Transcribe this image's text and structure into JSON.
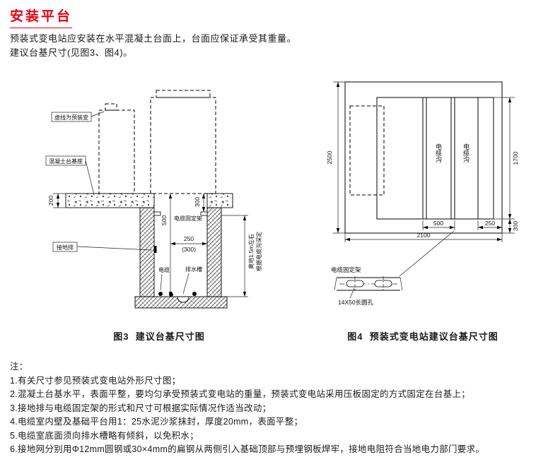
{
  "page": {
    "title": "安装平台",
    "intro": [
      "预装式变电站应安装在水平混凝土台面上，台面应保证承受其重量。",
      "建议台基尺寸(见图3、图4)。"
    ]
  },
  "fig3": {
    "caption": "图3  建议台基尺寸图",
    "labels": {
      "dashed_is_substation": "虚线为预装变",
      "concrete_base": "混凝土台基座",
      "grounding_bar": "接地排",
      "cable_bracket": "电缆固定架",
      "cable": "电缆",
      "drain_channel": "排水槽",
      "height_note_1": "离地1.5m左右",
      "height_note_2": "根据电缆沟深定"
    },
    "dims": {
      "base_thickness": "200",
      "pit_depth": "500",
      "bracket_depth": "300",
      "pit_width": "250",
      "pit_width_alt": "(300)"
    }
  },
  "fig4": {
    "caption": "图4  预装式变电站建议台基尺寸图",
    "labels": {
      "cable_trench_1": "电缆沟",
      "cable_trench_2": "电缆沟",
      "cable_bracket": "电缆固定架",
      "slot_hole": "14X50长圆孔"
    },
    "dims": {
      "overall_depth": "2500",
      "inner_depth": "1700",
      "edge_offset": "300",
      "trench_width": "500",
      "edge_width": "250",
      "overall_width": "2100"
    }
  },
  "notes": {
    "heading": "注：",
    "items": [
      "1.有关尺寸参见预装式变电站外形尺寸图；",
      "2.混凝土台基水平，表面平整，要均匀承受预装式变电站的重量，预装式变电站采用压板固定的方式固定在台基上；",
      "3.接地排与电缆固定架的形式和尺寸可根据实际情况作适当改动；",
      "4.电缆室内壁及基础平台用1：25水泥沙浆抹封，厚度20mm，表面平整；",
      "5.电缆室底面须向排水槽略有倾斜，以免积水；",
      "6.接地网分别用Φ12mm圆钢或30×4mm的扁钢从两侧引入基础顶部与预埋钢板焊牢，接地电阻符合当地电力部门要求。"
    ]
  }
}
